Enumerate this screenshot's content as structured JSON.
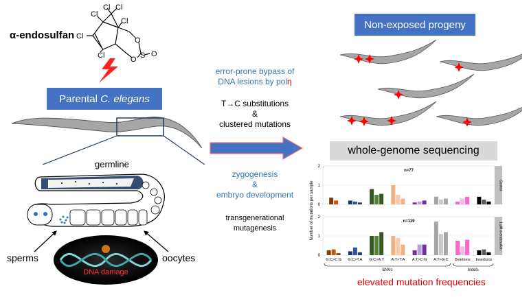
{
  "left": {
    "compound": "α-endosulfan",
    "cl_atoms": [
      "Cl",
      "Cl",
      "Cl",
      "Cl",
      "Cl",
      "Cl"
    ],
    "sulfite_atoms": [
      "O",
      "O",
      "S",
      "O"
    ],
    "parental_label": "Parental ",
    "parental_species": "C. elegans",
    "germline": "germline",
    "sperms": "sperms",
    "oocytes": "oocytes",
    "dna_damage": "DNA damage"
  },
  "middle": {
    "bypass_line1": "error-prone bypass of",
    "bypass_line2": "DNA lesions by pol",
    "pol_symbol": "η",
    "subst": "T→C substitutions",
    "amp1": "&",
    "clustered": "clustered mutations",
    "zygo": "zygogenesis",
    "amp2": "&",
    "embryo": "embryo development",
    "trans1": "transgenerational",
    "trans2": "mutagenesis"
  },
  "right": {
    "progeny": "Non-exposed progeny",
    "wgs": "whole-genome sequencing",
    "elevated": "elevated mutation frequencies"
  },
  "chart_data": {
    "type": "bar",
    "ylabel": "Number of mutations per sample",
    "ylim": [
      0,
      2
    ],
    "yticks": [
      "0",
      "1",
      "2"
    ],
    "categories": [
      "G:C>C:G",
      "G:C>T:A",
      "G:C>A:T",
      "A:T>T:A",
      "A:T>C:G",
      "A:T>G:C",
      "Deletions",
      "Insertions"
    ],
    "group_labels": [
      {
        "label": "SNVs",
        "span": [
          0,
          5
        ]
      },
      {
        "label": "Indels",
        "span": [
          6,
          7
        ]
      }
    ],
    "category_colors": [
      "#843c0c",
      "#203864",
      "#385723",
      "#f4b183",
      "#7030a0",
      "#a5a5a5",
      "#ff66cc",
      "#000000"
    ],
    "category_light_colors": [
      "#c55a11",
      "#2f5597",
      "#548235",
      "#f8cbad",
      "#b4a7d6",
      "#c9c9c9",
      "#f4b8e4",
      "#595959"
    ],
    "panels": [
      {
        "name": "Control",
        "n_label": "n=77",
        "values": [
          [
            0.35,
            0.2
          ],
          [
            0.2,
            0.15,
            0.1
          ],
          [
            0.8,
            0.5,
            0.55
          ],
          [
            1.0,
            0.5,
            0.3
          ],
          [
            0.1,
            0.15,
            0.2
          ],
          [
            0.4,
            0.25,
            0.3
          ],
          [
            0.15,
            0.3,
            0.4
          ],
          [
            0.4,
            0.25,
            0.15
          ]
        ]
      },
      {
        "name": "1 μM α-endosulfan",
        "n_label": "n=119",
        "values": [
          [
            0.25,
            0.3,
            0.1
          ],
          [
            0.2,
            0.4,
            0.15
          ],
          [
            1.0,
            1.0,
            1.2
          ],
          [
            1.0,
            0.9,
            0.55
          ],
          [
            0.25,
            0.55,
            0.55
          ],
          [
            1.75,
            1.1,
            1.2
          ],
          [
            0.75,
            0.45,
            0.8
          ],
          [
            0.25,
            0.3,
            0.15
          ]
        ]
      }
    ]
  }
}
